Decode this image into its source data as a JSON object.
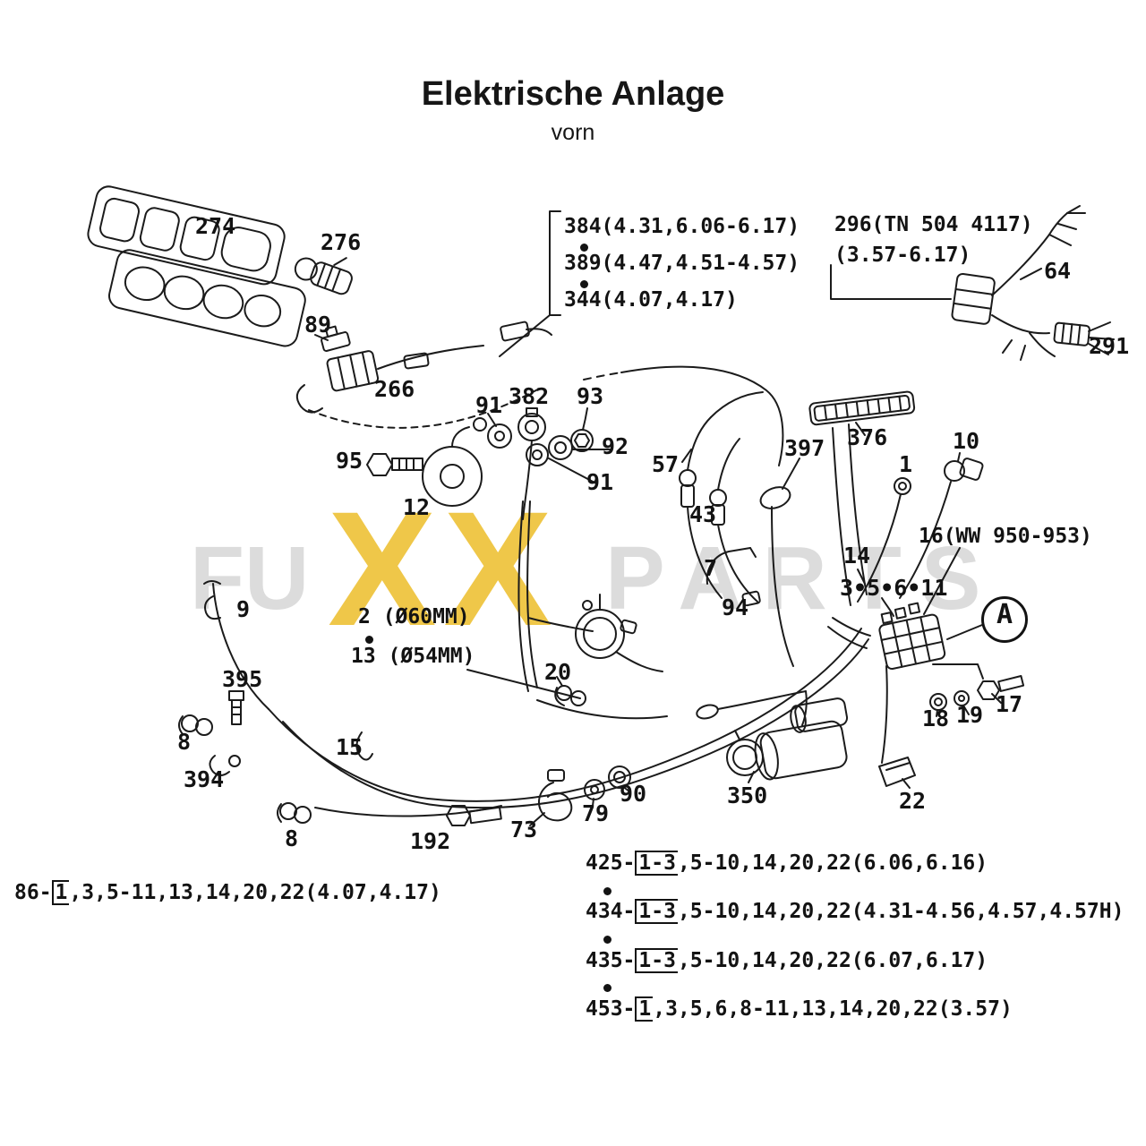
{
  "page": {
    "title": "Elektrische Anlage",
    "subtitle": "vorn"
  },
  "watermark": {
    "left": "FU",
    "center": "XX",
    "right": "PARTS"
  },
  "variant_box_top": {
    "lines": [
      "384(4.31,6.06-6.17)",
      "389(4.47,4.51-4.57)",
      "344(4.07,4.17)"
    ]
  },
  "variant_box_296": {
    "lines": [
      "296(TN 504 4117)",
      "(3.57-6.17)"
    ]
  },
  "labels": {
    "grille274": "274",
    "plug276": "276",
    "conn89": "89",
    "relay266": "266",
    "harness64": "64",
    "conn291": "291",
    "washer91a": "91",
    "grommet382": "382",
    "nut93": "93",
    "washer92": "92",
    "washer91b": "91",
    "bolt95": "95",
    "horn12": "12",
    "plug57": "57",
    "plug43": "43",
    "loop397": "397",
    "rail376": "376",
    "switch10": "10",
    "sensor1": "1",
    "fuse16": "16(WW 950-953)",
    "wire14": "14",
    "group3561": "3•5•6•11",
    "bracket7": "7",
    "clip94": "94",
    "clip9": "9",
    "coil2": "2 (Ø60MM)",
    "coil13": "13 (Ø54MM)",
    "clamp20": "20",
    "bolt395": "395",
    "clamp8a": "8",
    "clip394": "394",
    "clip15": "15",
    "clamp8b": "8",
    "bolt192": "192",
    "hook73": "73",
    "washer79": "79",
    "nut90": "90",
    "starter350": "350",
    "wedge22": "22",
    "nut18": "18",
    "washer19": "19",
    "bolt17": "17",
    "circleA": "A"
  },
  "callouts": {
    "left": {
      "prefix": "86-",
      "boxed": "1",
      "rest": ",3,5-11,13,14,20,22(4.07,4.17)"
    },
    "right": [
      {
        "prefix": "425-",
        "boxed": "1-3",
        "rest": ",5-10,14,20,22(6.06,6.16)"
      },
      {
        "prefix": "434-",
        "boxed": "1-3",
        "rest": ",5-10,14,20,22(4.31-4.56,4.57,4.57H)"
      },
      {
        "prefix": "435-",
        "boxed": "1-3",
        "rest": ",5-10,14,20,22(6.07,6.17)"
      },
      {
        "prefix": "453-",
        "boxed": "1",
        "rest": ",3,5,6,8-11,13,14,20,22(3.57)"
      }
    ]
  }
}
